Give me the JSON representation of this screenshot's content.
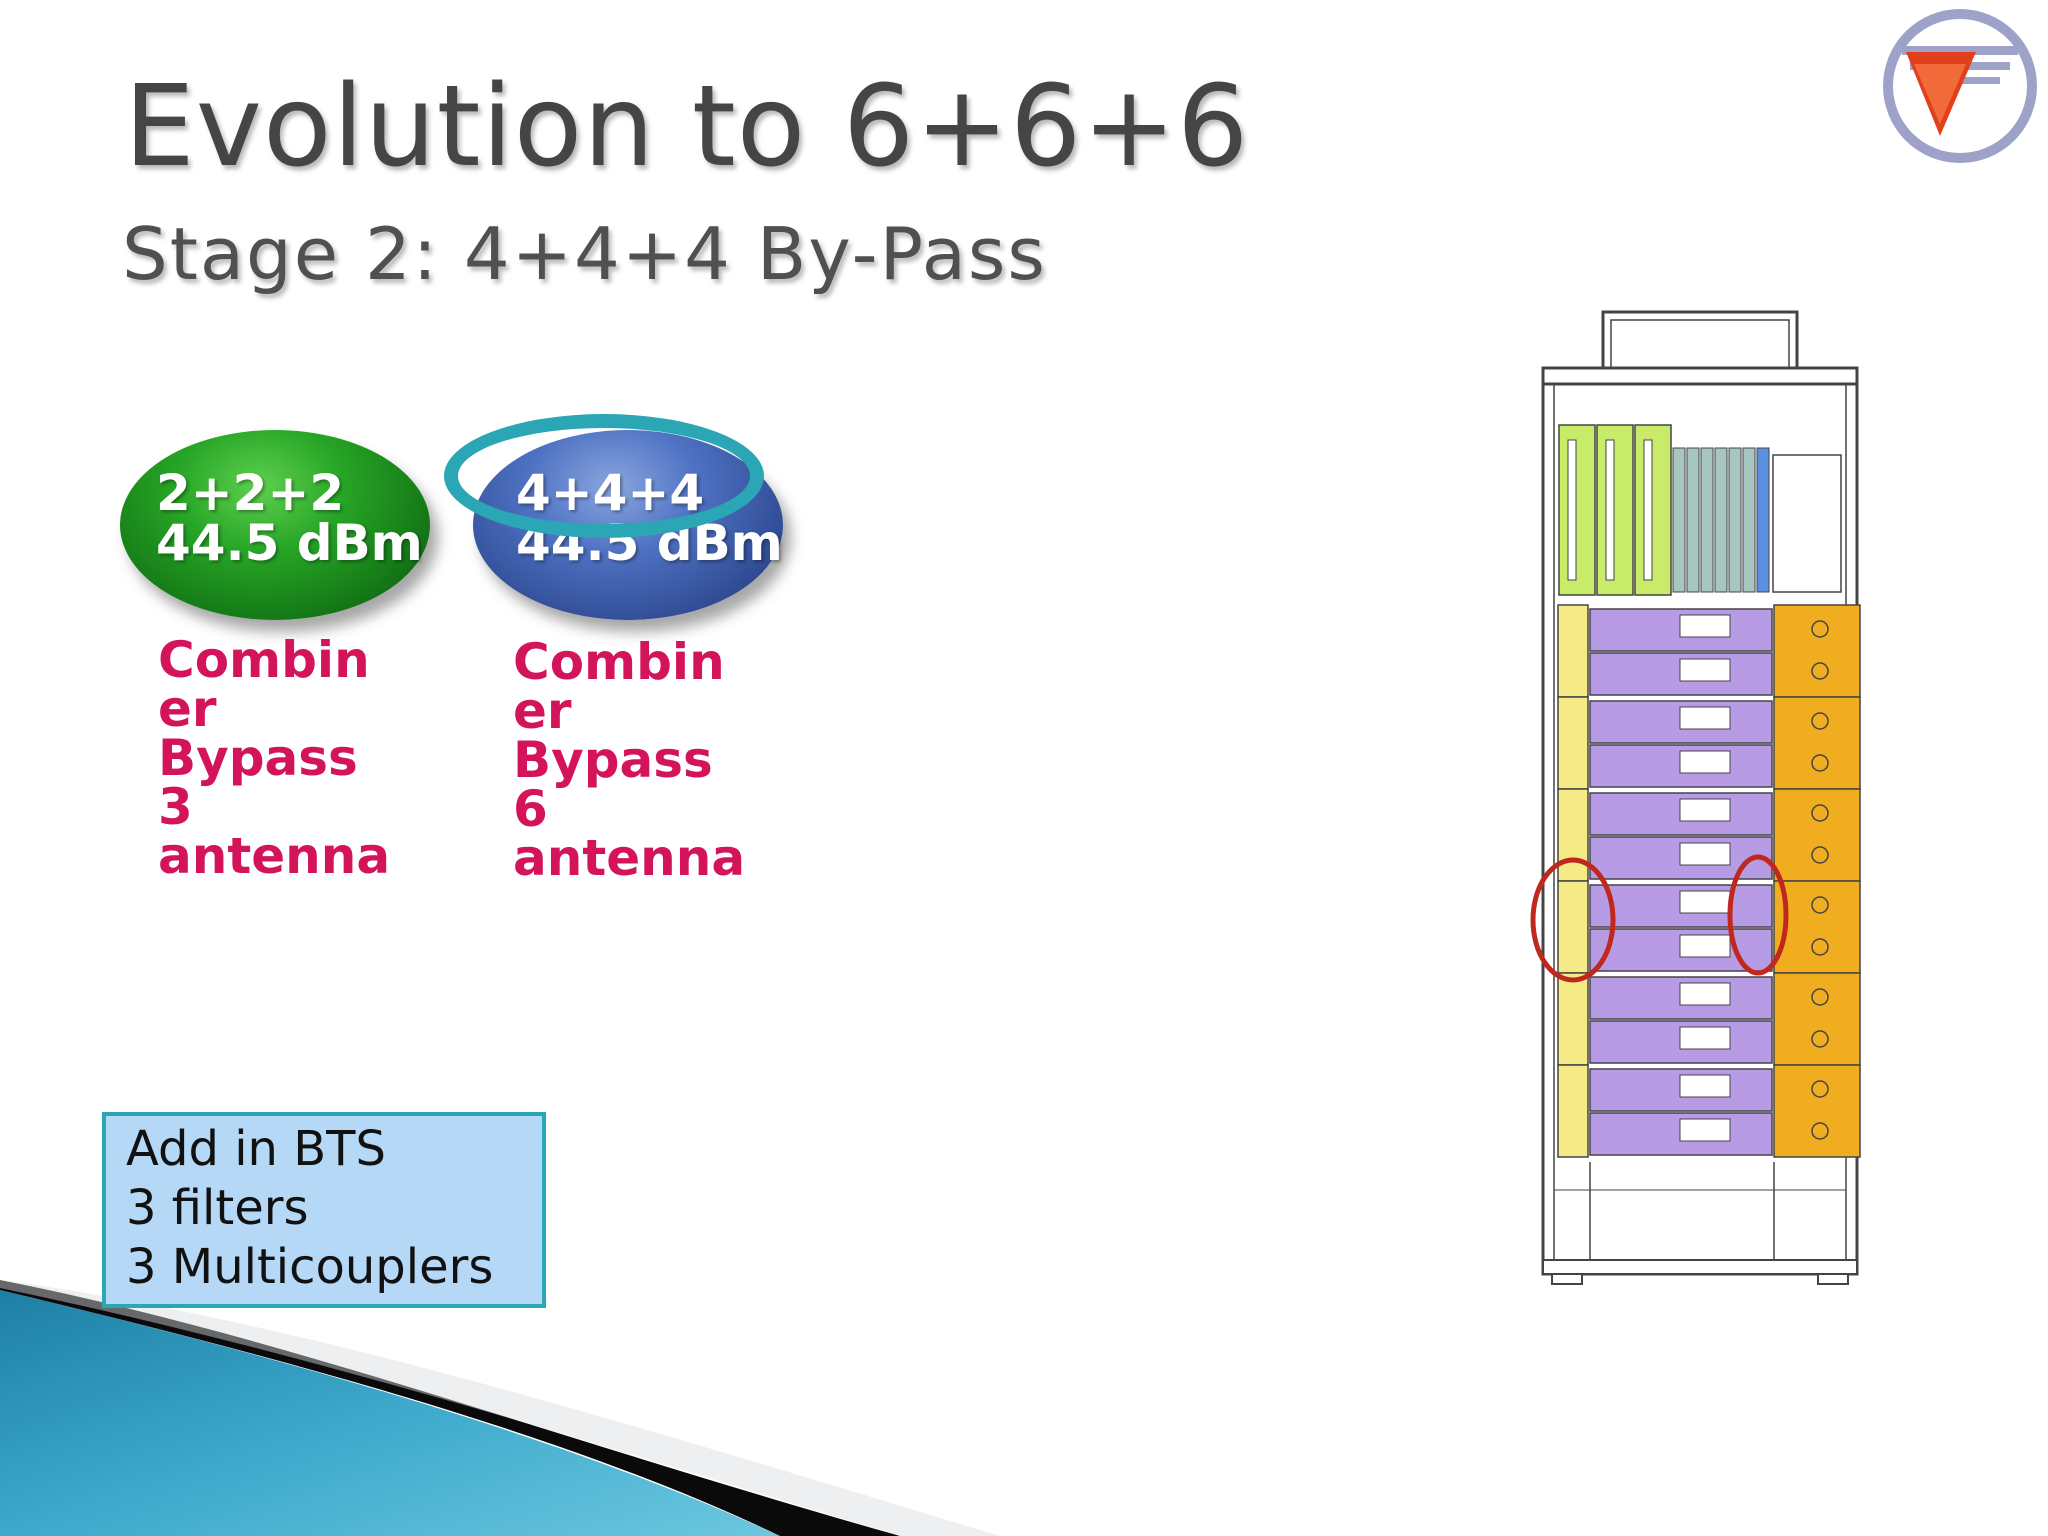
{
  "slide": {
    "title": "Evolution to 6+6+6",
    "subtitle": "Stage 2: 4+4+4 By-Pass"
  },
  "logo": {
    "icon": "company-logo-funnel-icon"
  },
  "configs": [
    {
      "line1": "2+2+2",
      "line2": "44.5 dBm",
      "color": "#1f8f22",
      "desc": [
        "Combin",
        "er",
        "Bypass",
        "3",
        "antenna"
      ]
    },
    {
      "line1": "4+4+4",
      "line2": "44.5 dBm",
      "color": "#3f5fae",
      "highlighted": true,
      "desc": [
        "Combin",
        "er",
        "Bypass",
        "6",
        "antenna"
      ]
    }
  ],
  "note": {
    "lines": [
      "Add in BTS",
      "3 filters",
      "3 Multicouplers"
    ]
  },
  "diagram": {
    "name": "bts-cabinet-rack",
    "module_colors": {
      "combiner": "#f5ea86",
      "transceiver": "#b79be4",
      "filter": "#f0ad1f",
      "controller": "#c8ec6a",
      "highlight": "#c0281e"
    }
  },
  "colors": {
    "accent": "#2aa6b4",
    "desc_text": "#d4145a",
    "note_bg": "#b5d8f7"
  }
}
